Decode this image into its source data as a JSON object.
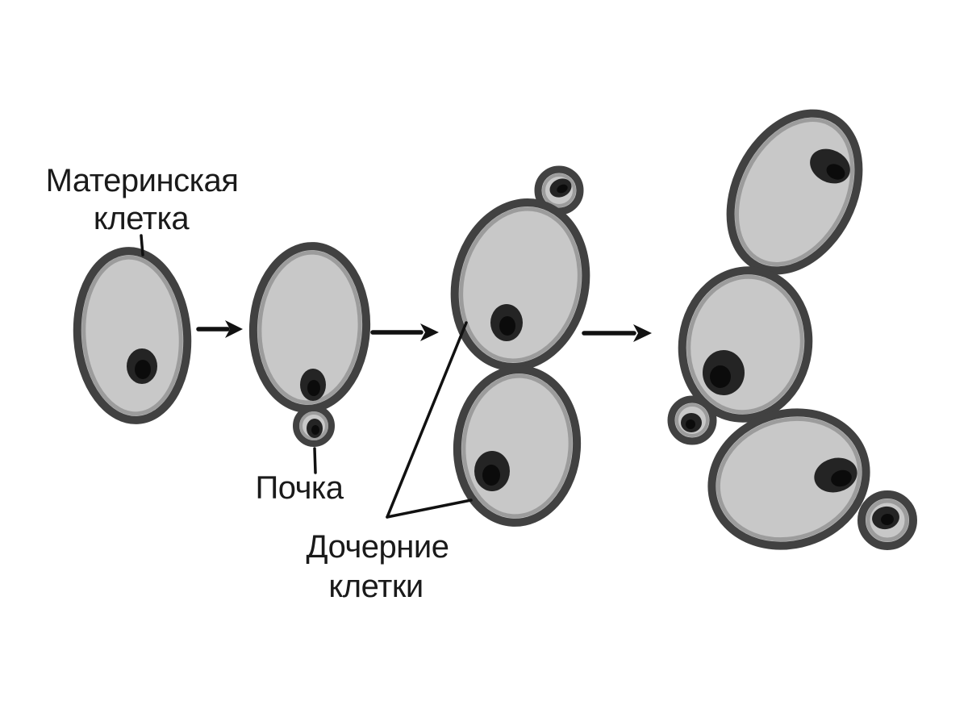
{
  "diagram": {
    "type": "process-diagram",
    "subject": "yeast-budding-stages",
    "stage_count": 4,
    "labels": {
      "mother_cell_line1": "Материнская",
      "mother_cell_line2": "клетка",
      "bud": "Почка",
      "daughter_cells_line1": "Дочерние",
      "daughter_cells_line2": "клетки"
    },
    "colors": {
      "background": "#ffffff",
      "cell_fill": "#c8c8c8",
      "cell_border": "#414141",
      "cell_inner_rim": "#949494",
      "nucleus": "#242424",
      "nucleus_core": "#0b0b0b",
      "arrows_and_lines": "#111111",
      "text": "#1a1a1a"
    }
  }
}
